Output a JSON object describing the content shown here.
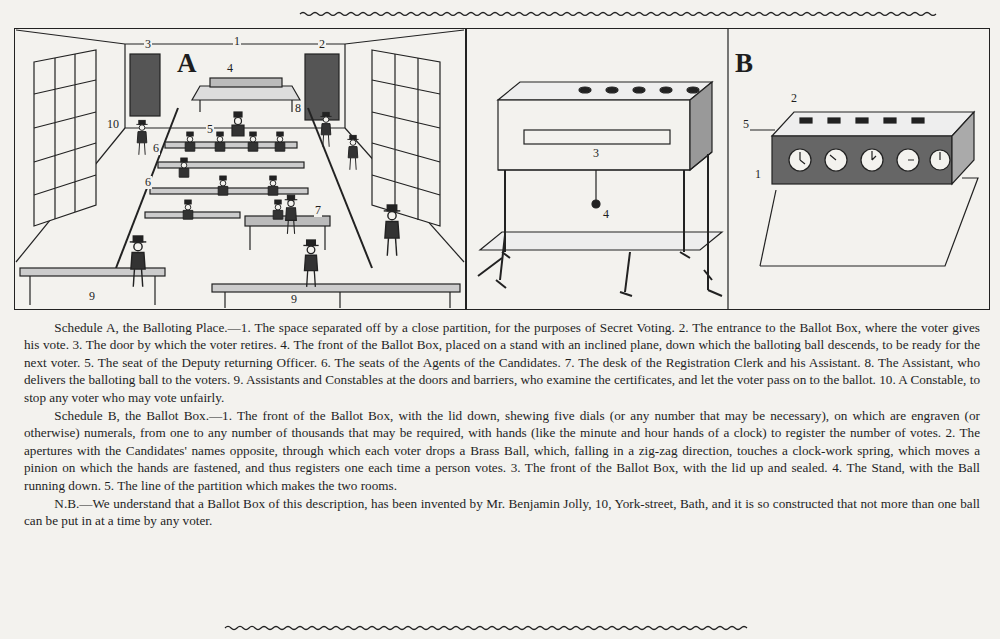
{
  "diagram": {
    "nodes": [
      {
        "text": [
          "A"
        ]
      },
      {
        "text": [
          "B"
        ]
      }
    ],
    "labels": [
      "3",
      "1",
      "2",
      "4",
      "10",
      "8",
      "5",
      "6",
      "6",
      "7",
      "9",
      "9",
      "3",
      "4",
      "2",
      "5",
      "1",
      "Schedule A, the Balloting Place.—1. The space separated off by a close partition, for the purposes of Secret Voting. 2. The entrance to the Ballot Box, where the voter gives his vote. 3. The door by which the voter retires. 4. The front of the Ballot Box, placed on a stand with an inclined plane, down which the balloting ball descends, to be ready for the next voter. 5. The seat of the Deputy returning Officer. 6. The seats of the Agents of the Candidates. 7. The desk of the Registration Clerk and his Assistant. 8. The Assistant, who delivers the balloting ball to the voters. 9. Assistants and Constables at the doors and barriers, who examine the certificates, and let the voter pass on to the ballot. 10. A Constable, to stop any voter who may vote unfairly.",
      "Schedule B, the Ballot Box.—1. The front of the Ballot Box, with the lid down, shewing five dials (or any number that may be necessary), on which are engraven (or otherwise) numerals, from one to any number of thousands that may be required, with hands (like the minute and hour hands of a clock) to register the number of votes. 2. The apertures with the Candidates' names opposite, through which each voter drops a Brass Ball, which, falling in a zig-zag direction, touches a clock-work spring, which moves a pinion on which the hands are fastened, and thus registers one each time a person votes. 3. The front of the Ballot Box, with the lid up and sealed. 4. The Stand, with the Ball running down. 5. The line of the partition which makes the two rooms.",
      "N.B.—We understand that a Ballot Box of this description, has been invented by Mr. Benjamin Jolly, 10, York-street, Bath, and it is so constructed that not more than one ball can be put in at a time by any voter."
    ]
  }
}
